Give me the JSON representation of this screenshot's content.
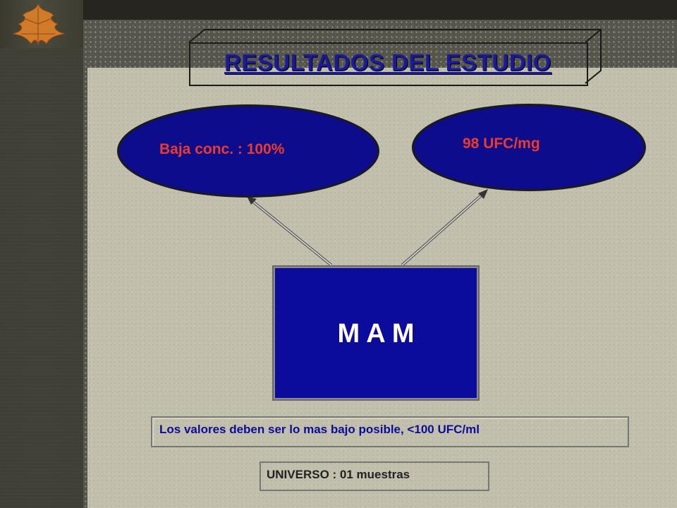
{
  "title": "RESULTADOS DEL ESTUDIO",
  "center_box": {
    "label": "M A M"
  },
  "left_ellipse": {
    "label": "Baja conc. : 100%"
  },
  "right_ellipse": {
    "label": "98 UFC/mg"
  },
  "note": "Los valores deben ser lo mas bajo posible, <100 UFC/ml",
  "universe": "UNIVERSO : 01 muestras",
  "colors": {
    "ellipse_fill": "#0c0c8c",
    "ellipse_text": "#ee3a2c",
    "box_fill": "#0c0c9c",
    "title_color": "#1a1a9a",
    "note_color": "#0c0c9a"
  }
}
